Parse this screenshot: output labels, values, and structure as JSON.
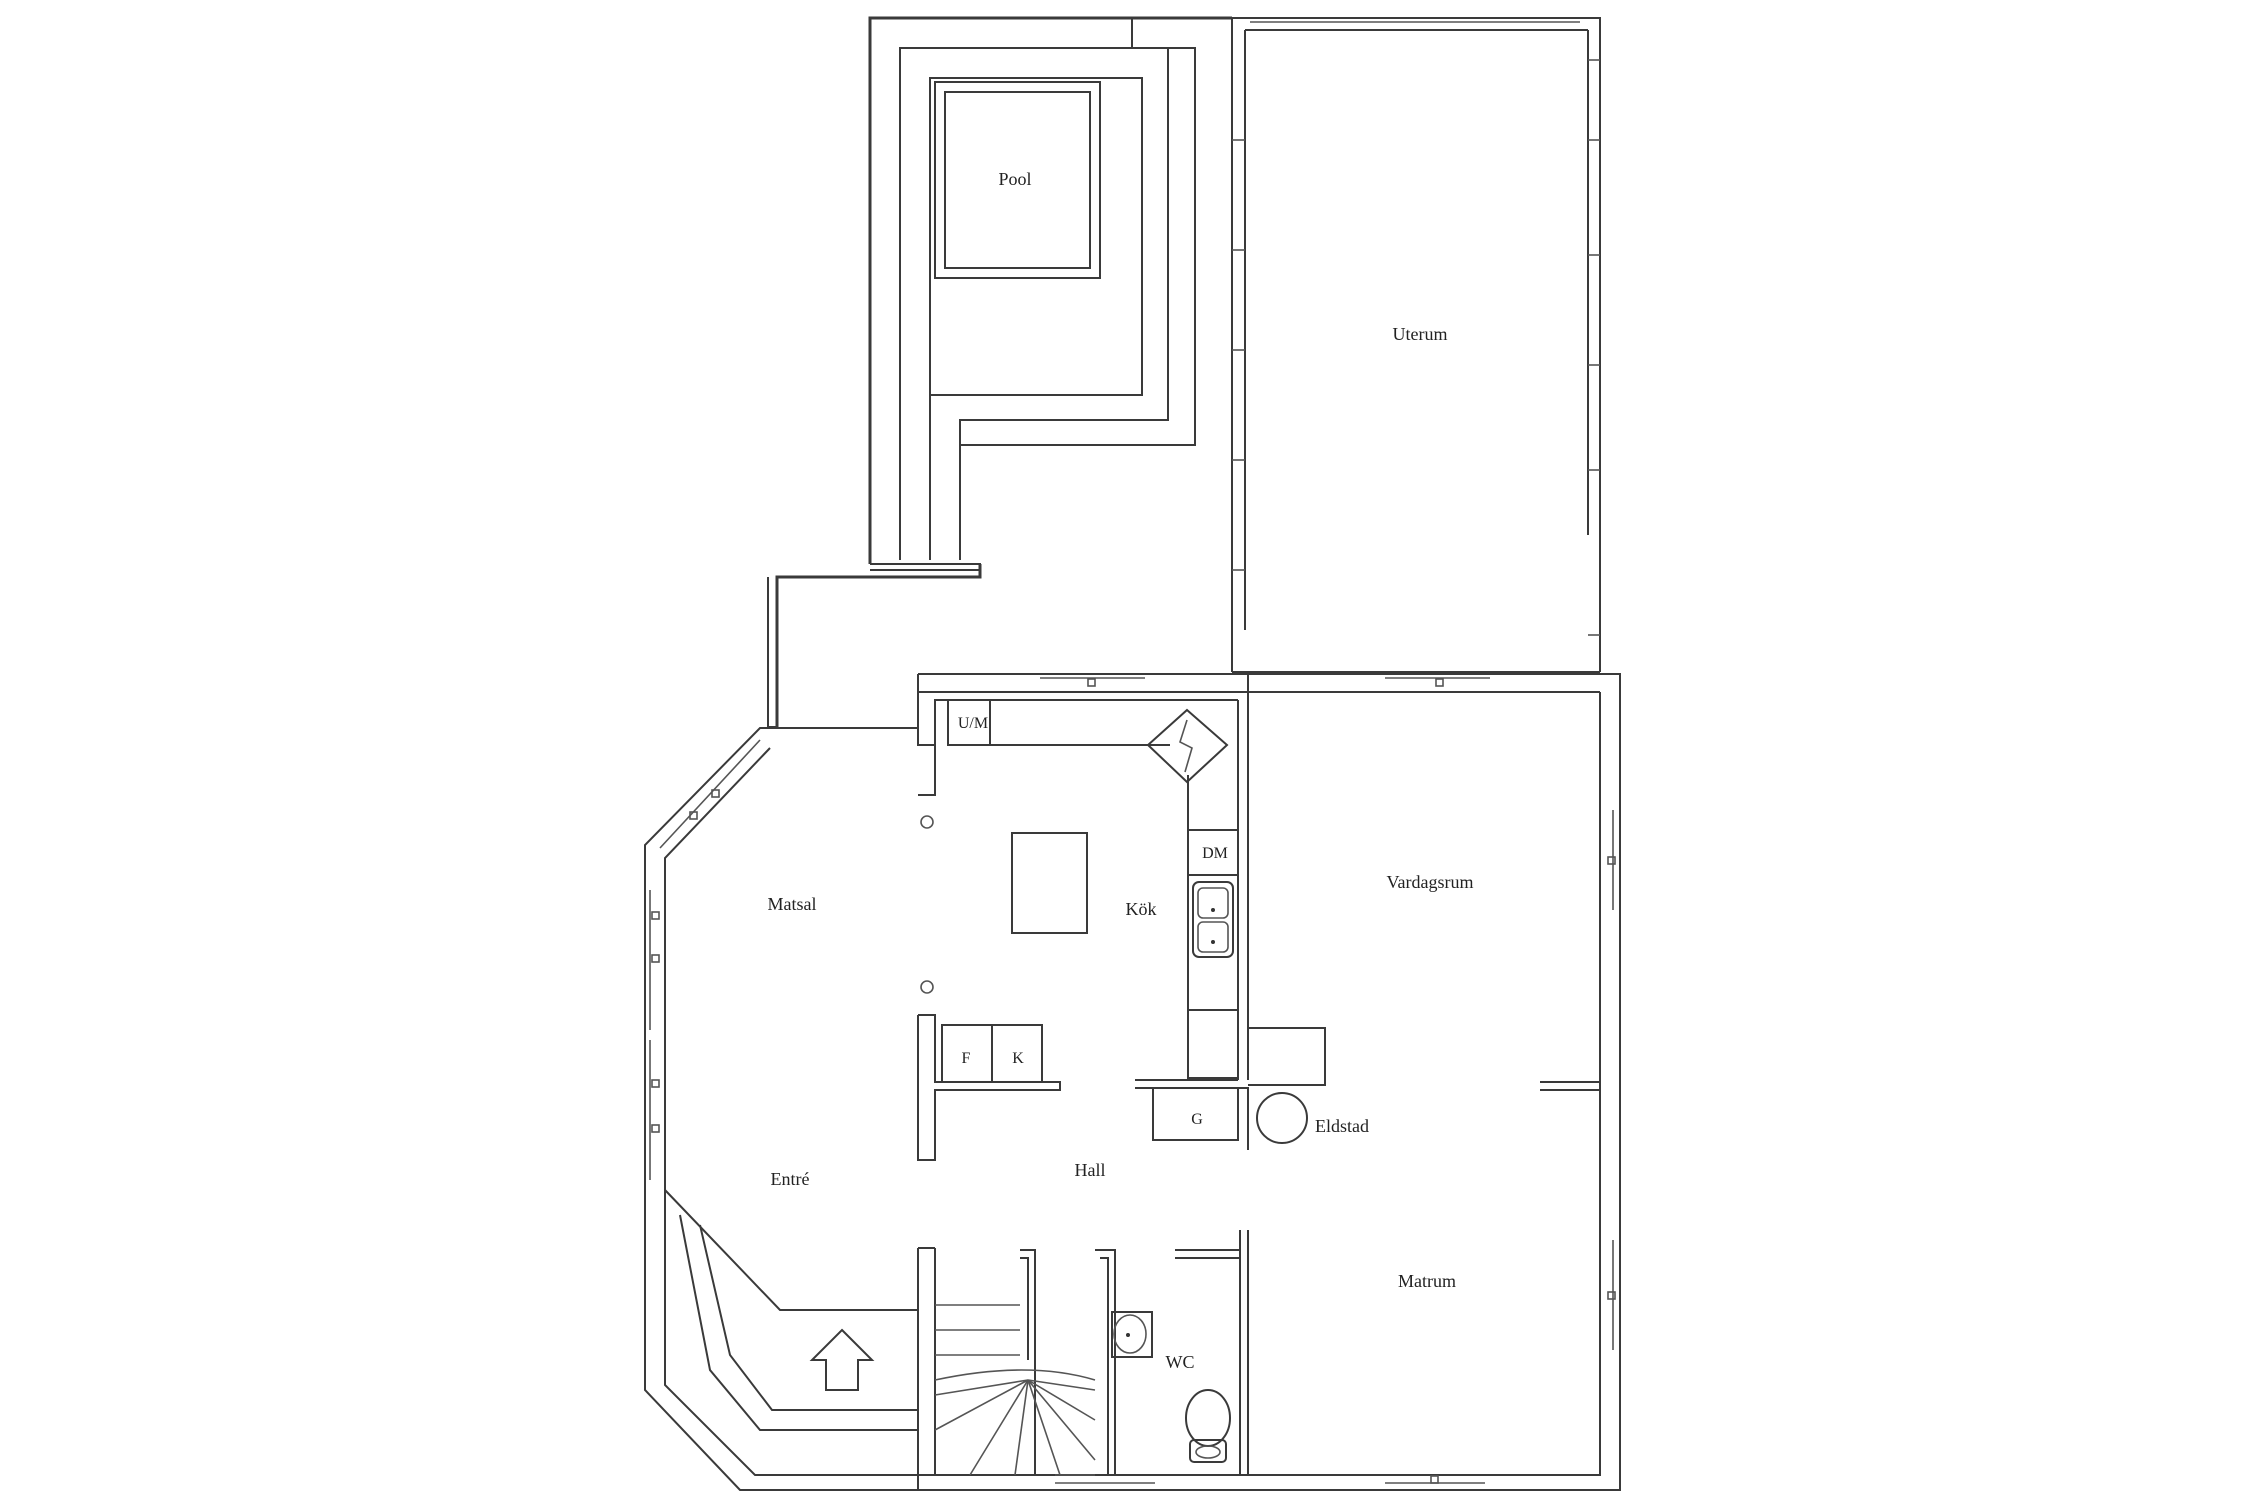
{
  "rooms": {
    "pool": "Pool",
    "uterum": "Uterum",
    "vardagsrum": "Vardagsrum",
    "matsal": "Matsal",
    "kok": "Kök",
    "entre": "Entré",
    "hall": "Hall",
    "matrum": "Matrum",
    "wc": "WC",
    "eldstad": "Eldstad"
  },
  "fixtures": {
    "um": "U/M",
    "dm": "DM",
    "f": "F",
    "k": "K",
    "g": "G"
  }
}
